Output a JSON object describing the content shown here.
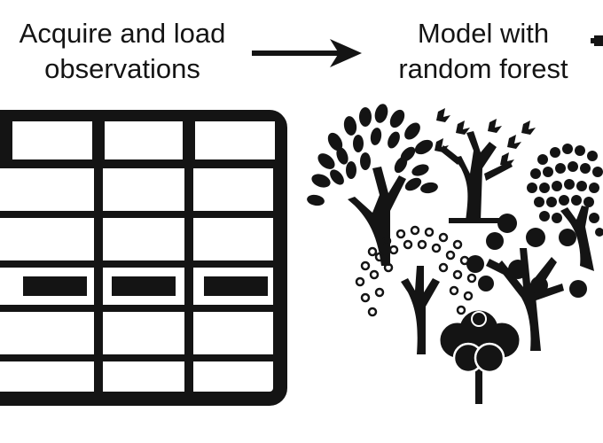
{
  "steps": [
    {
      "line1": "Acquire and load",
      "line2": "observations",
      "icon": "data-table-icon"
    },
    {
      "line1": "Model with",
      "line2": "random forest",
      "icon": "forest-trees-icon"
    }
  ],
  "connector_icon": "right-arrow-icon",
  "colors": {
    "ink": "#141414",
    "background": "#ffffff"
  }
}
